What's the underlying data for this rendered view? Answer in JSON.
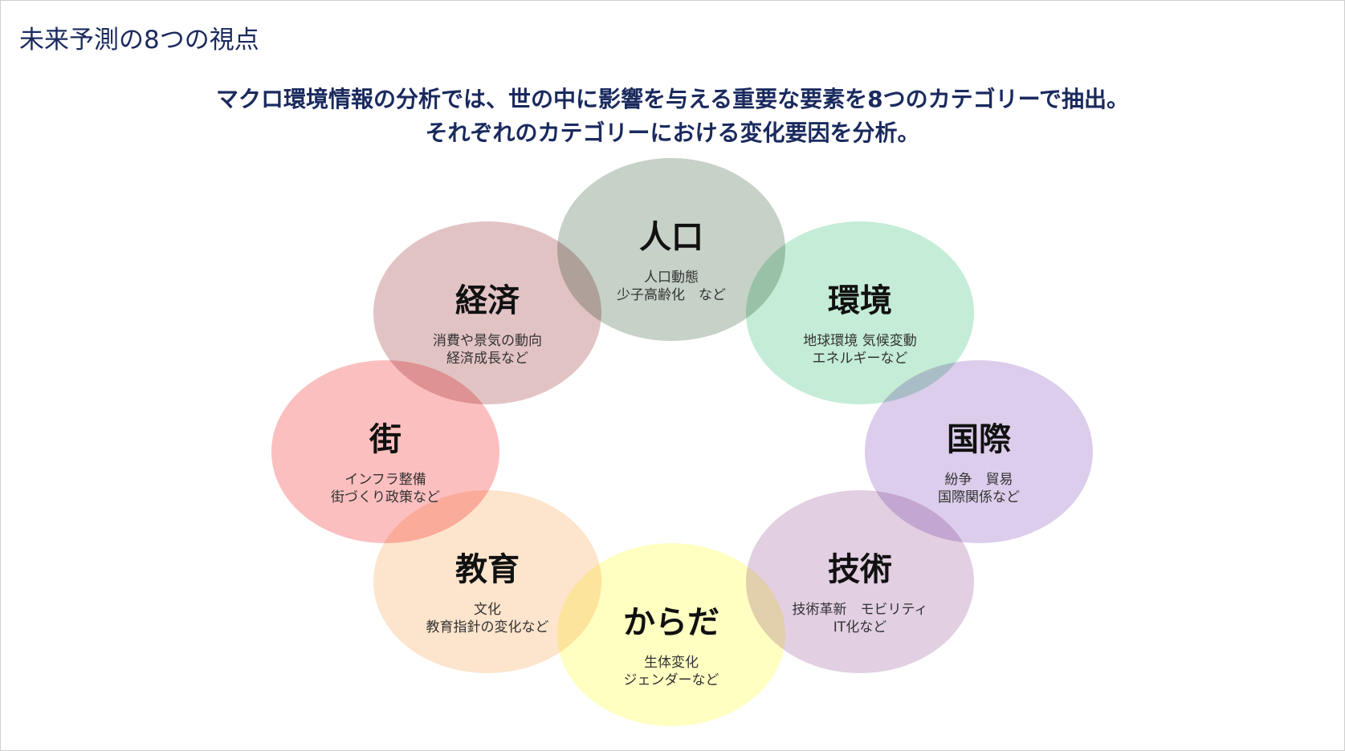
{
  "title": "未来予測の8つの視点",
  "subtitle": {
    "line1": "マクロ環境情報の分析では、世の中に影響を与える重要な要素を8つのカテゴリーで抽出。",
    "line2": "それぞれのカテゴリーにおける変化要因を分析。"
  },
  "categories": [
    {
      "label": "人口",
      "desc": "人口動態\n少子高齢化　など",
      "color": "#c6d1c8"
    },
    {
      "label": "環境",
      "desc": "地球環境 気候変動\nエネルギーなど",
      "color": "#c4ecd6"
    },
    {
      "label": "国際",
      "desc": "紛争　貿易\n国際関係など",
      "color": "#dccdec"
    },
    {
      "label": "技術",
      "desc": "技術革新　モビリティ\nIT化など",
      "color": "#e2cfe2"
    },
    {
      "label": "からだ",
      "desc": "生体変化\nジェンダーなど",
      "color": "#ffffc2"
    },
    {
      "label": "教育",
      "desc": "文化\n教育指針の変化など",
      "color": "#fde4cc"
    },
    {
      "label": "街",
      "desc": "インフラ整備\n街づくり政策など",
      "color": "#fcbfbf"
    },
    {
      "label": "経済",
      "desc": "消費や景気の動向\n経済成長など",
      "color": "#e2c3c4"
    }
  ]
}
